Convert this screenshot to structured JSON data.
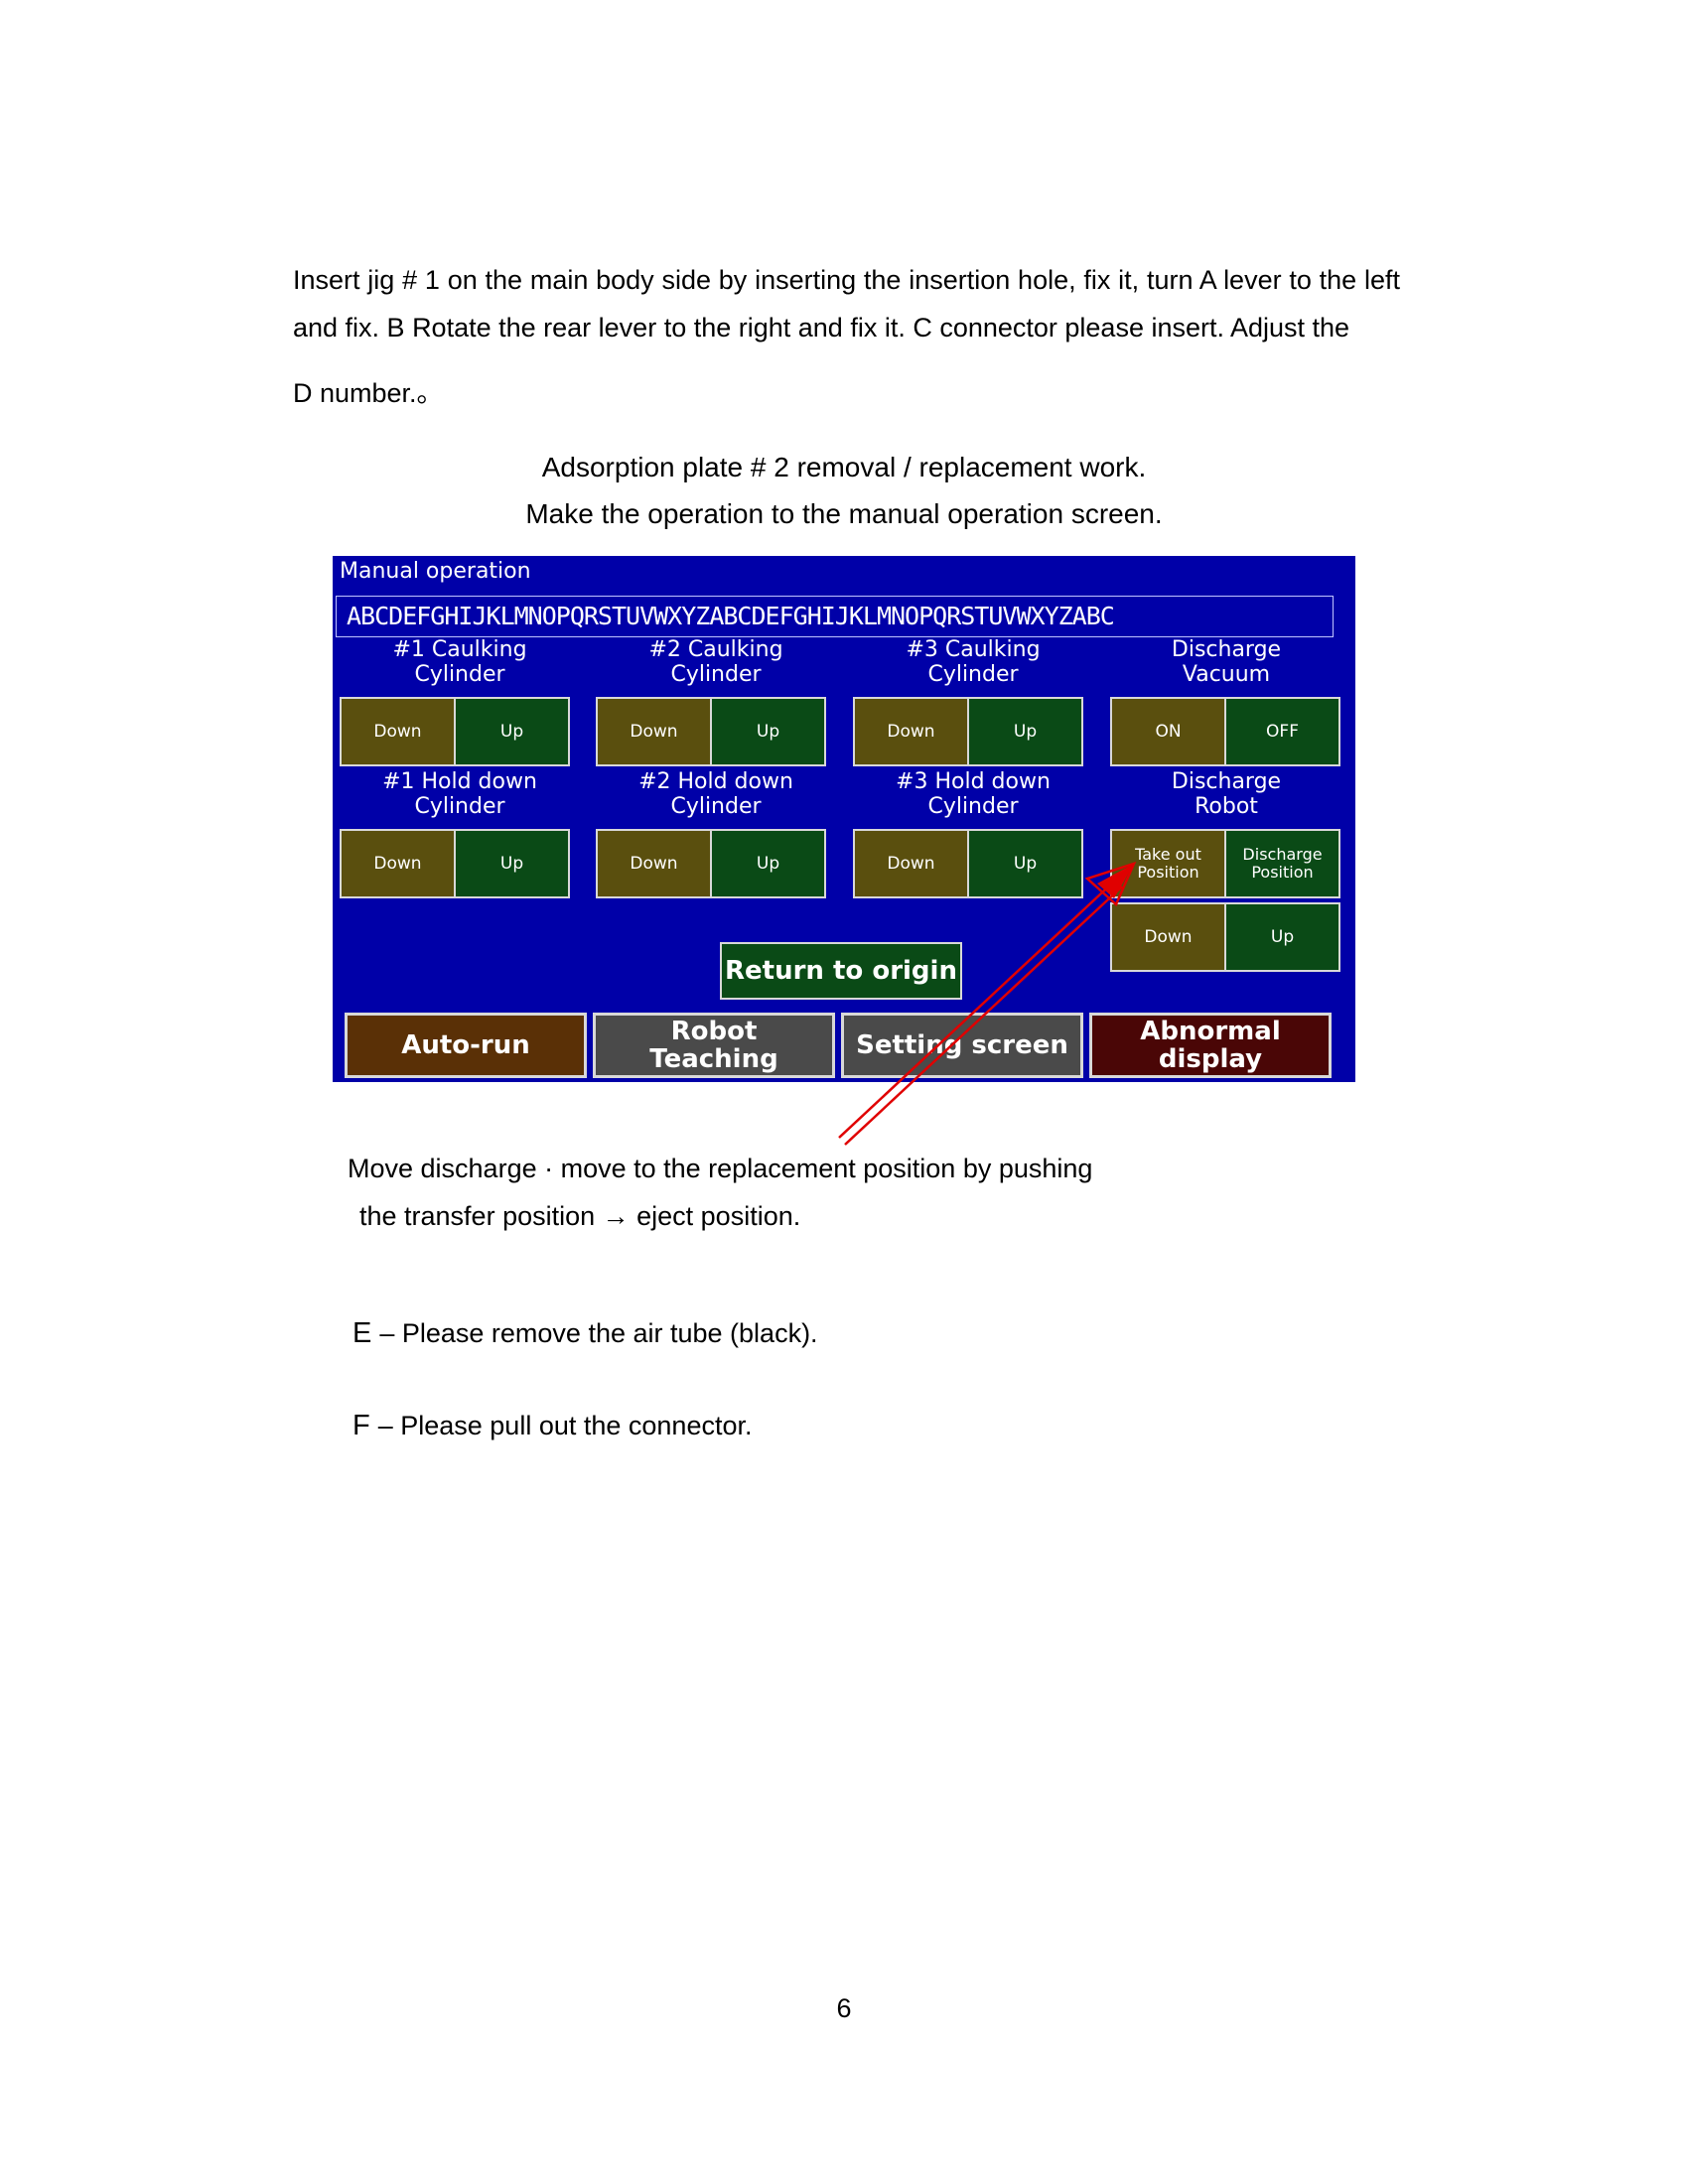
{
  "intro": {
    "line1": "Insert jig # 1 on the main body side by inserting the insertion hole, fix it, turn A lever to the left and fix. B Rotate the rear lever to the right and fix it. C connector please insert. Adjust the",
    "line2": "D number.。"
  },
  "heading1": "Adsorption plate # 2 removal / replacement work.",
  "heading2": "Make the operation to the manual operation screen.",
  "hmi": {
    "title": "Manual operation",
    "banner": "ABCDEFGHIJKLMNOPQRSTUVWXYZABCDEFGHIJKLMNOPQRSTUVWXYZABC",
    "groups": [
      {
        "label": "#1 Caulking\nCylinder",
        "left": "Down",
        "right": "Up"
      },
      {
        "label": "#2 Caulking\nCylinder",
        "left": "Down",
        "right": "Up"
      },
      {
        "label": "#3 Caulking\nCylinder",
        "left": "Down",
        "right": "Up"
      },
      {
        "label": "Discharge\nVacuum",
        "left": "ON",
        "right": "OFF"
      },
      {
        "label": "#1 Hold down\nCylinder",
        "left": "Down",
        "right": "Up"
      },
      {
        "label": "#2 Hold down\nCylinder",
        "left": "Down",
        "right": "Up"
      },
      {
        "label": "#3 Hold down\nCylinder",
        "left": "Down",
        "right": "Up"
      },
      {
        "label": "Discharge\nRobot",
        "left": "Take out\nPosition",
        "right": "Discharge\nPosition"
      }
    ],
    "robot_extra": {
      "left": "Down",
      "right": "Up"
    },
    "return_label": "Return to origin",
    "bottom": {
      "autorun": "Auto-run",
      "teaching": "Robot\nTeaching",
      "setting": "Setting screen",
      "abnormal": "Abnormal display"
    }
  },
  "note": {
    "line1": "Move discharge · move to the replacement position by pushing",
    "line2": "the transfer position → eject position."
  },
  "steps": {
    "e_letter": "E",
    "e_text": "– Please remove the air tube (black).",
    "f_letter": "F",
    "f_text": "– Please pull out the connector."
  },
  "page_number": "6",
  "colors": {
    "hmi_bg": "#0000a8",
    "arrow": "#e00000"
  }
}
